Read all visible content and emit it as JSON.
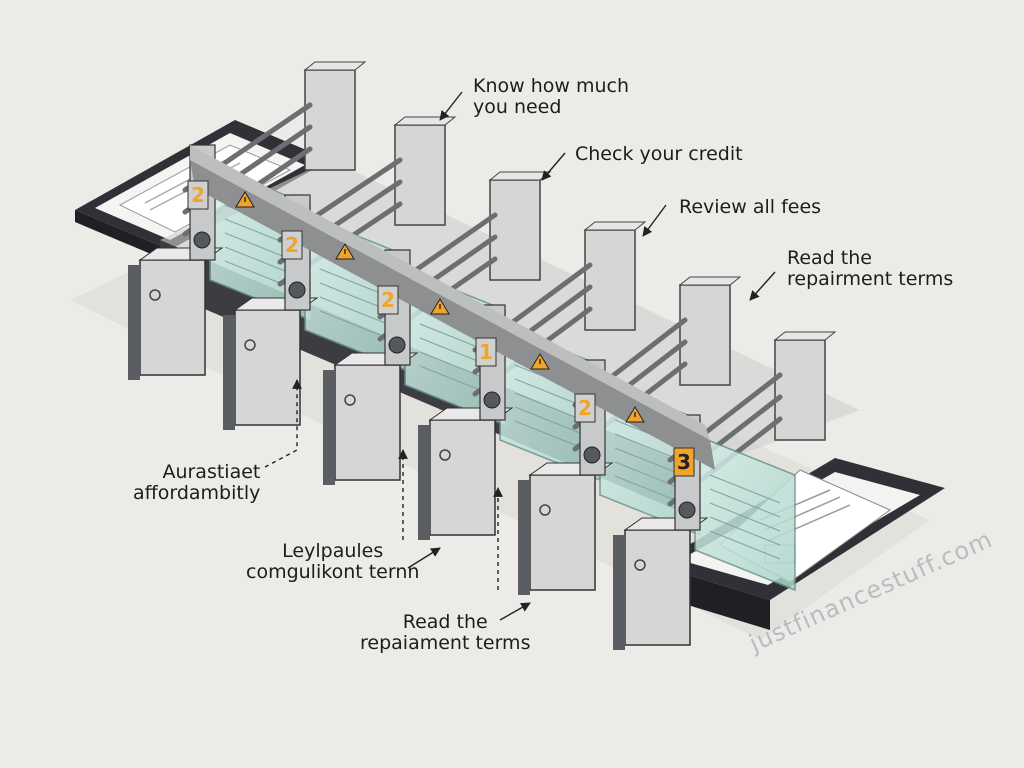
{
  "labels": {
    "know": "Know how much\nyou need",
    "credit": "Check your credit",
    "fees": "Review all fees",
    "read_top": "Read the\nrepairment terms",
    "afford": "Aurastiaet\naffordambitly",
    "ley": "Leylpaules\ncomgulikont ternn",
    "read_bottom": "Read the\nrepaiament terms"
  },
  "station_numbers": [
    "2",
    "2",
    "2",
    "1",
    "2",
    "3"
  ],
  "watermark": "justfinancestuff.com",
  "colors": {
    "background": "#ecebe7",
    "pillar": "#d6d6d6",
    "pillar_dark": "#5a5d62",
    "glass": "#bfe3dc",
    "accent": "#f0a52a"
  },
  "icons": [
    "warning-icon",
    "arrow-icon"
  ]
}
